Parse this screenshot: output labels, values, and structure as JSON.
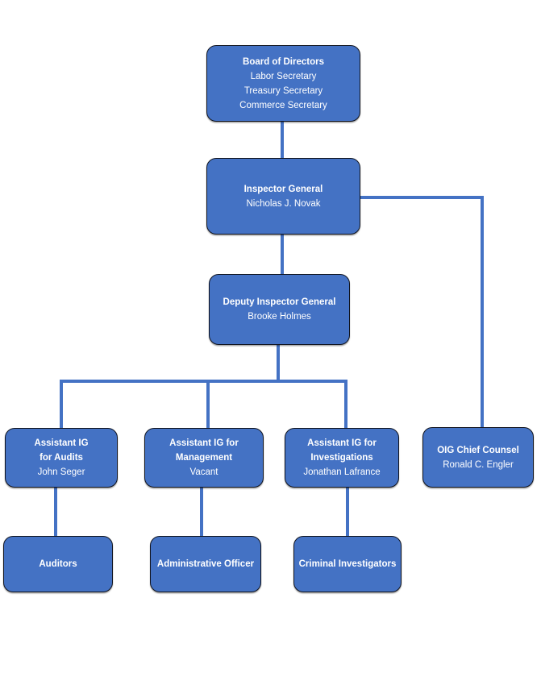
{
  "colors": {
    "background": "#FFFFFF",
    "box_fill": "#4472C4",
    "box_border": "#10141F",
    "connector": "#4472C4",
    "text": "#FFFFFF"
  },
  "chart_data": {
    "type": "org-chart",
    "nodes": [
      {
        "id": "board-of-directors",
        "title_lines": [
          "Board of Directors"
        ],
        "sub_lines": [
          "Labor Secretary",
          "Treasury Secretary",
          "Commerce Secretary"
        ]
      },
      {
        "id": "inspector-general",
        "title_lines": [
          "Inspector General"
        ],
        "sub_lines": [
          "Nicholas J. Novak"
        ]
      },
      {
        "id": "deputy-inspector-general",
        "title_lines": [
          "Deputy Inspector General"
        ],
        "sub_lines": [
          "Brooke Holmes"
        ]
      },
      {
        "id": "assistant-ig-audits",
        "title_lines": [
          "Assistant IG",
          "for Audits"
        ],
        "sub_lines": [
          "John Seger"
        ]
      },
      {
        "id": "assistant-ig-management",
        "title_lines": [
          "Assistant IG for",
          "Management"
        ],
        "sub_lines": [
          "Vacant"
        ]
      },
      {
        "id": "assistant-ig-investigations",
        "title_lines": [
          "Assistant IG for",
          "Investigations"
        ],
        "sub_lines": [
          "Jonathan Lafrance"
        ]
      },
      {
        "id": "oig-chief-counsel",
        "title_lines": [
          "OIG Chief Counsel"
        ],
        "sub_lines": [
          "Ronald C. Engler"
        ]
      },
      {
        "id": "auditors",
        "title_lines": [
          "Auditors"
        ],
        "sub_lines": []
      },
      {
        "id": "administrative-officer",
        "title_lines": [
          "Administrative Officer"
        ],
        "sub_lines": []
      },
      {
        "id": "criminal-investigators",
        "title_lines": [
          "Criminal Investigators"
        ],
        "sub_lines": []
      }
    ],
    "edges": [
      {
        "from": "board-of-directors",
        "to": "inspector-general"
      },
      {
        "from": "inspector-general",
        "to": "deputy-inspector-general"
      },
      {
        "from": "inspector-general",
        "to": "oig-chief-counsel"
      },
      {
        "from": "deputy-inspector-general",
        "to": "assistant-ig-audits"
      },
      {
        "from": "deputy-inspector-general",
        "to": "assistant-ig-management"
      },
      {
        "from": "deputy-inspector-general",
        "to": "assistant-ig-investigations"
      },
      {
        "from": "assistant-ig-audits",
        "to": "auditors"
      },
      {
        "from": "assistant-ig-management",
        "to": "administrative-officer"
      },
      {
        "from": "assistant-ig-investigations",
        "to": "criminal-investigators"
      }
    ]
  }
}
